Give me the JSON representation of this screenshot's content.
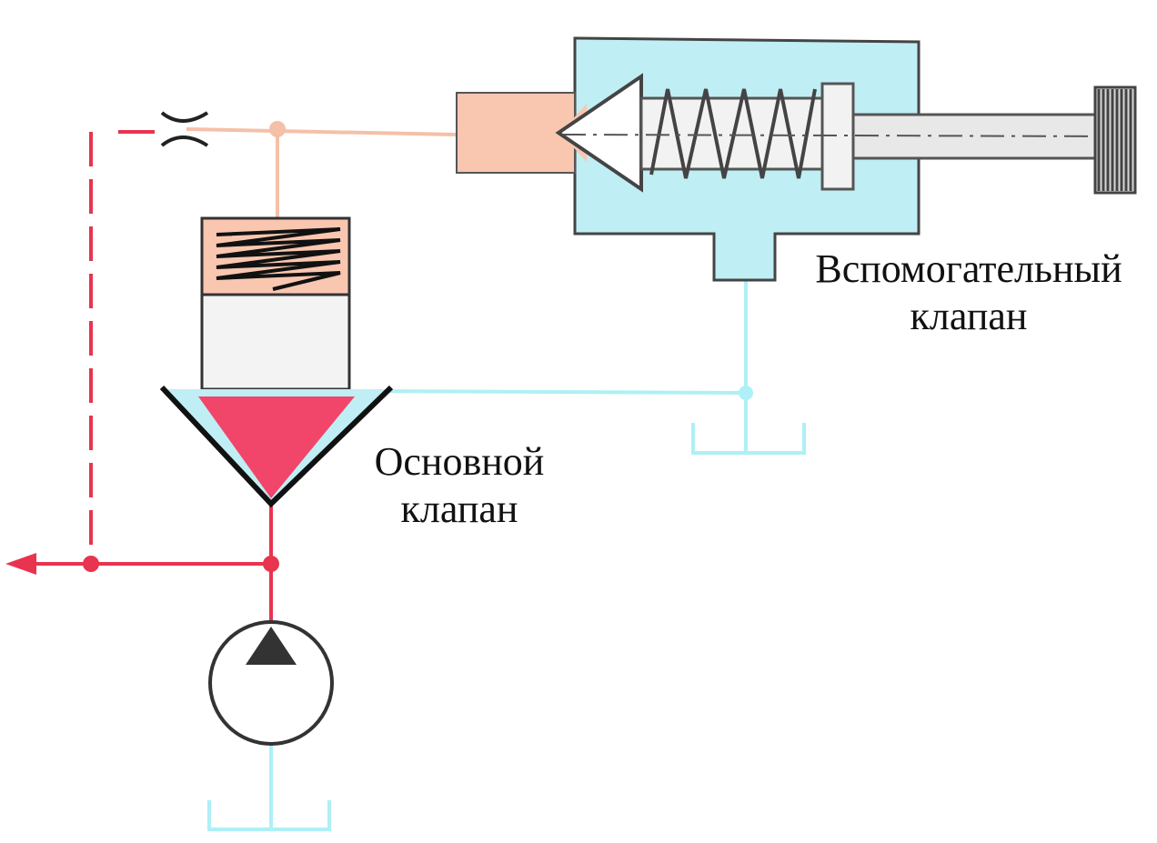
{
  "labels": {
    "pilot_valve": {
      "line1": "Вспомогательный",
      "line2": "клапан"
    },
    "main_valve": {
      "line1": "Основной",
      "line2": "клапан"
    }
  },
  "colors": {
    "pressure_line": "#e8344f",
    "pilot_line": "#f4c0a8",
    "pilot_chamber": "#f9c6b0",
    "pilot_body": "#bfeef4",
    "tank_line": "#aef0f6",
    "main_poppet": "#f2456a",
    "outline": "#222222",
    "spring": "#333333"
  },
  "icons": [
    "pump-symbol",
    "orifice-symbol",
    "tank-symbol",
    "spring-symbol",
    "adjusting-knob-icon",
    "flow-arrow-icon"
  ]
}
